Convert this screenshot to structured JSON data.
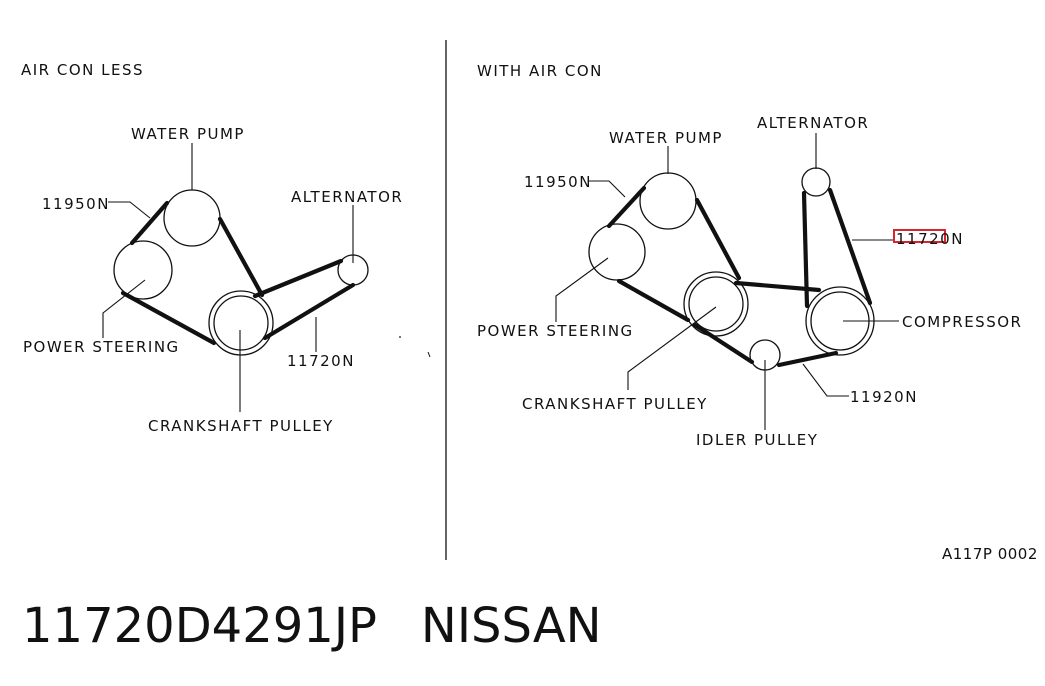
{
  "left": {
    "heading": "AIR CON LESS",
    "labels": {
      "water_pump": "WATER PUMP",
      "alternator": "ALTERNATOR",
      "power_steering": "POWER STEERING",
      "crankshaft_pulley": "CRANKSHAFT PULLEY",
      "belt_ps": "11950N",
      "belt_alt": "11720N"
    }
  },
  "right": {
    "heading": "WITH AIR CON",
    "labels": {
      "water_pump": "WATER PUMP",
      "alternator": "ALTERNATOR",
      "power_steering": "POWER STEERING",
      "crankshaft_pulley": "CRANKSHAFT PULLEY",
      "compressor": "COMPRESSOR",
      "idler_pulley": "IDLER PULLEY",
      "belt_ps": "11950N",
      "belt_alt": "11720N",
      "belt_comp": "11920N"
    }
  },
  "figure_code": "A117P 0002",
  "part_number": "11720D4291JP",
  "brand": "NISSAN",
  "highlight_color": "#d9232d"
}
